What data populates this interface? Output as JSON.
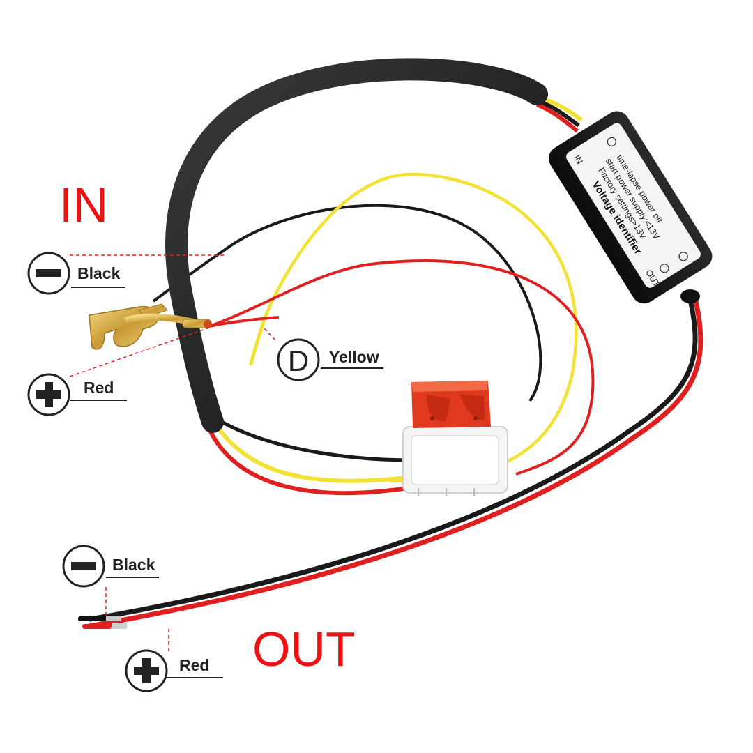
{
  "labels": {
    "in": "IN",
    "out": "OUT",
    "in_negative": "Black",
    "in_positive": "Red",
    "dimmer": "Yellow",
    "dimmer_symbol": "D",
    "out_negative": "Black",
    "out_positive": "Red"
  },
  "module": {
    "title": "Voltage identifier",
    "line1": "Factory settings>13V",
    "line2": "start power supply:<13V",
    "line3": "time-lapse power off",
    "port_in": "IN",
    "port_out": "OUT"
  },
  "colors": {
    "label_red": "#ee1111",
    "wire_black": "#1a1a1a",
    "wire_red": "#e02020",
    "wire_yellow": "#f2e233",
    "fuse": "#e0391f",
    "terminal": "#d9b24a"
  }
}
